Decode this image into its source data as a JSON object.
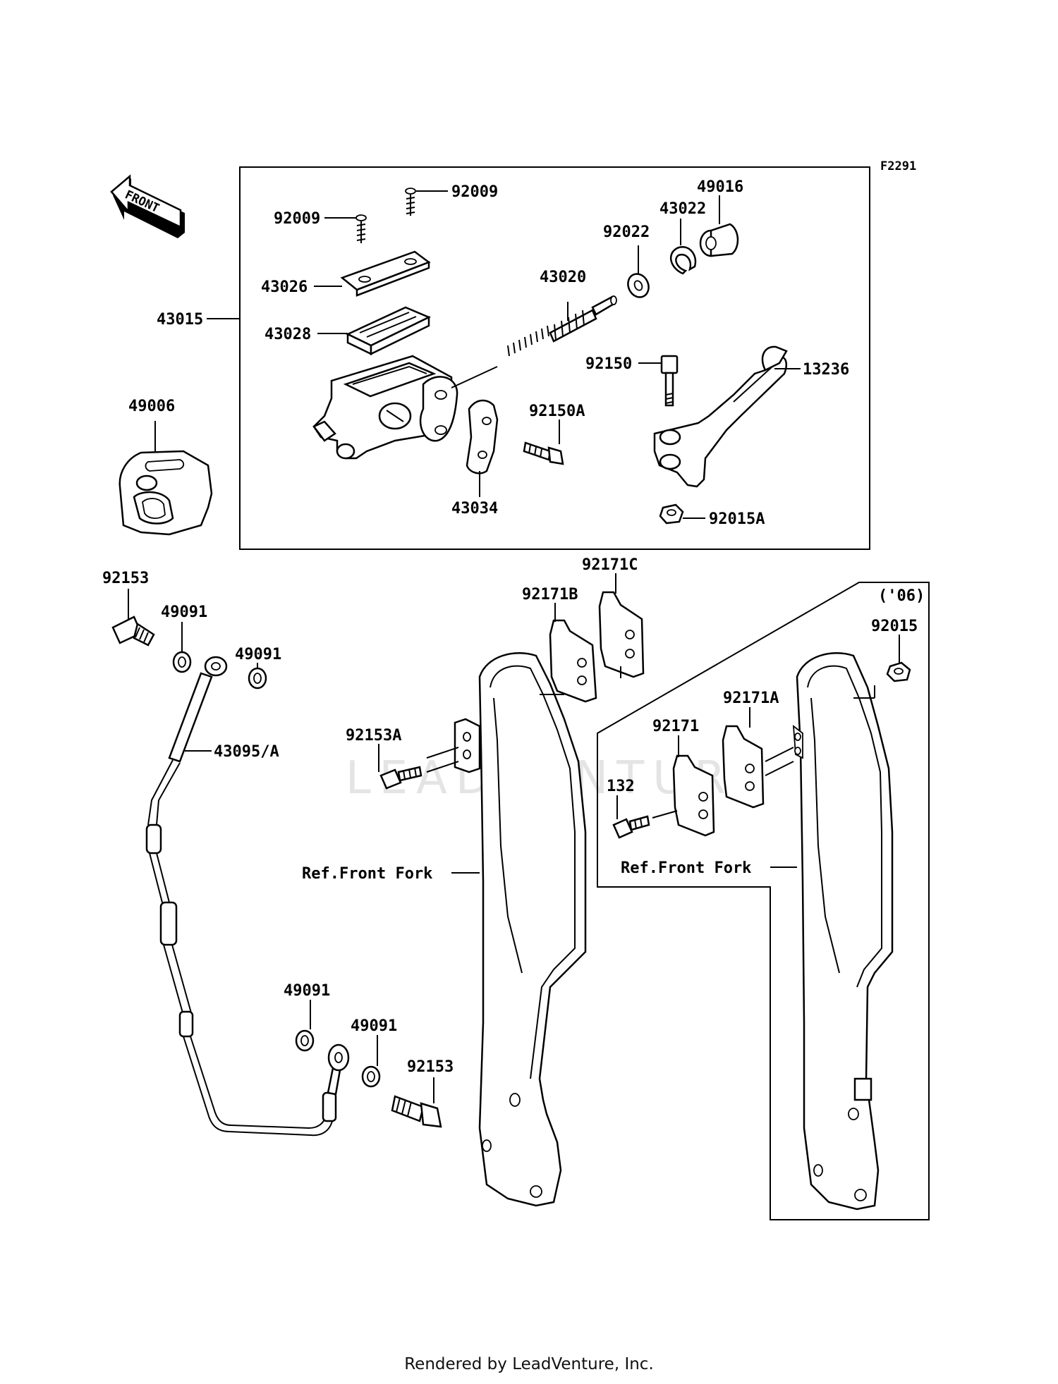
{
  "figure_id": "F2291",
  "front_arrow_text": "FRONT",
  "variant_note": "('06)",
  "watermark": "LEADVENTURE",
  "footer": "Rendered by LeadVenture, Inc.",
  "callouts": {
    "c92009a": "92009",
    "c92009b": "92009",
    "c43026": "43026",
    "c43015": "43015",
    "c43028": "43028",
    "c43020": "43020",
    "c92022": "92022",
    "c43022": "43022",
    "c49016": "49016",
    "c92150": "92150",
    "c13236": "13236",
    "c92150A": "92150A",
    "c43034": "43034",
    "c92015A": "92015A",
    "c49006": "49006",
    "c92153top": "92153",
    "c49091a": "49091",
    "c49091b": "49091",
    "c43095": "43095/A",
    "c92171C": "92171C",
    "c92171B": "92171B",
    "c92015": "92015",
    "c92153A": "92153A",
    "c92171": "92171",
    "c92171A": "92171A",
    "c132": "132",
    "cRefFork1": "Ref.Front Fork",
    "cRefFork2": "Ref.Front Fork",
    "c49091c": "49091",
    "c49091d": "49091",
    "c92153bot": "92153"
  }
}
